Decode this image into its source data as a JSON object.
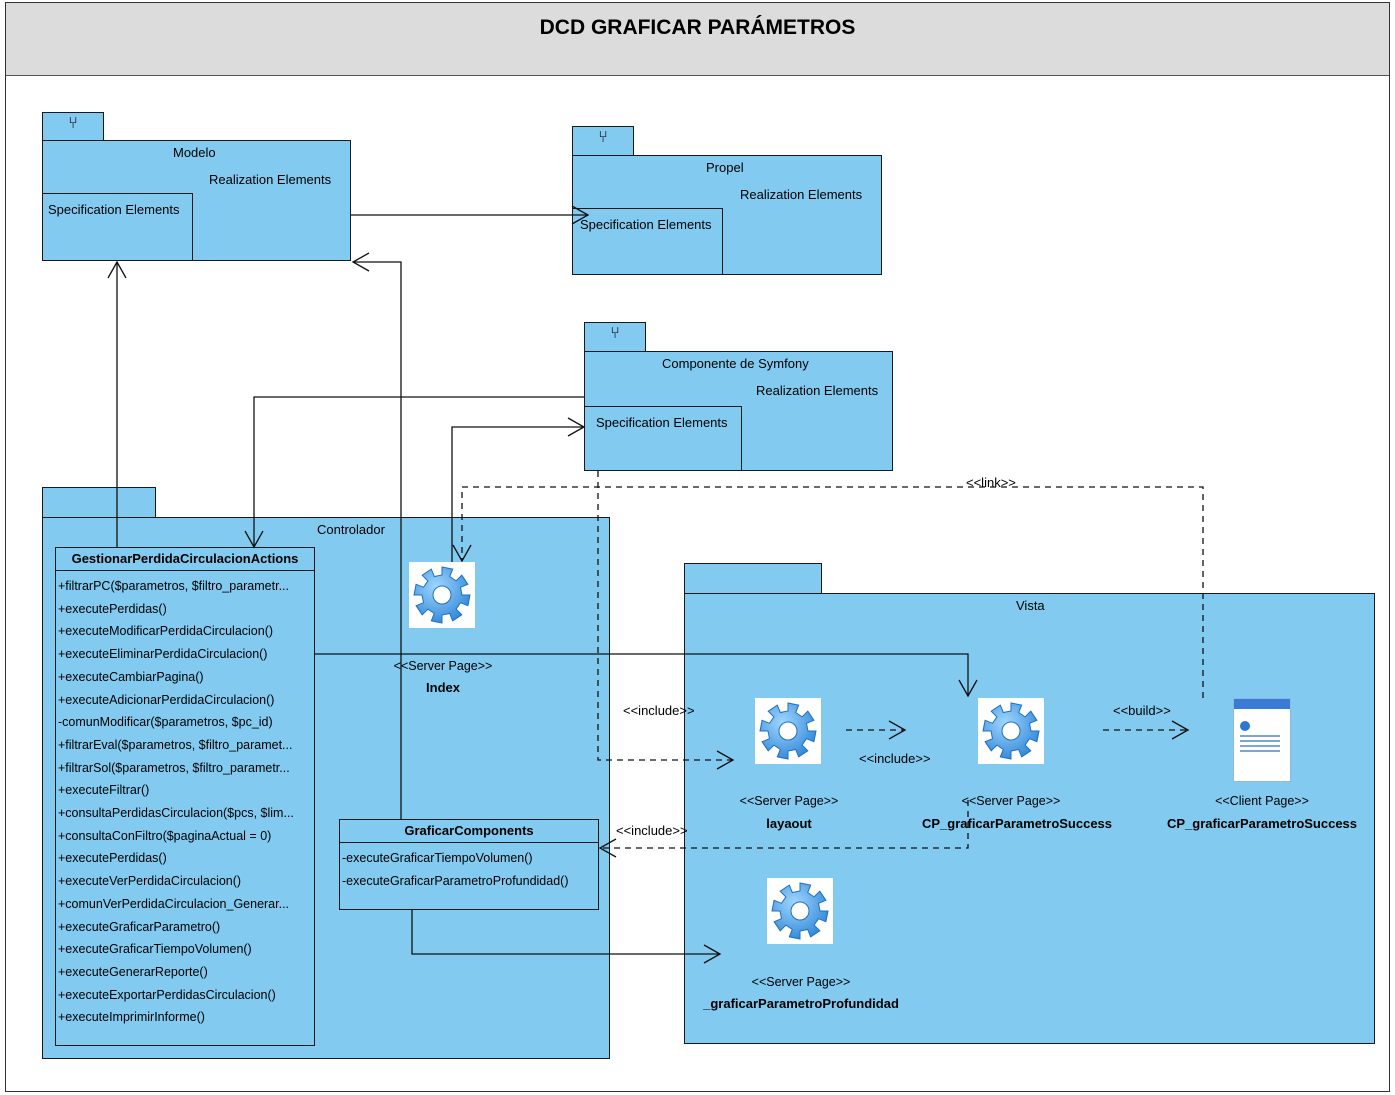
{
  "header": {
    "title": "DCD GRAFICAR PARÁMETROS"
  },
  "packages": {
    "modelo": {
      "name": "Modelo",
      "realization": "Realization Elements",
      "specification": "Specification Elements"
    },
    "propel": {
      "name": "Propel",
      "realization": "Realization Elements",
      "specification": "Specification Elements"
    },
    "symfony": {
      "name": "Componente de Symfony",
      "realization": "Realization Elements",
      "specification": "Specification Elements"
    },
    "controlador": {
      "name": "Controlador"
    },
    "vista": {
      "name": "Vista"
    }
  },
  "classes": {
    "gestionar": {
      "name": "GestionarPerdidaCirculacionActions",
      "operations": [
        "+filtrarPC($parametros, $filtro_parametr...",
        "+executePerdidas()",
        "+executeModificarPerdidaCirculacion()",
        "+executeEliminarPerdidaCirculacion()",
        "+executeCambiarPagina()",
        "+executeAdicionarPerdidaCirculacion()",
        "-comunModificar($parametros, $pc_id)",
        "+filtrarEval($parametros, $filtro_paramet...",
        "+filtrarSol($parametros, $filtro_parametr...",
        "+executeFiltrar()",
        "+consultaPerdidasCirculacion($pcs, $lim...",
        "+consultaConFiltro($paginaActual = 0)",
        "+executePerdidas()",
        "+executeVerPerdidaCirculacion()",
        "+comunVerPerdidaCirculacion_Generar...",
        "+executeGraficarParametro()",
        "+executeGraficarTiempoVolumen()",
        "+executeGenerarReporte()",
        "+executeExportarPerdidasCirculacion()",
        "+executeImprimirInforme()"
      ]
    },
    "graficar": {
      "name": "GraficarComponents",
      "operations": [
        "-executeGraficarTiempoVolumen()",
        "-executeGraficarParametroProfundidad()"
      ]
    }
  },
  "pages": {
    "index": {
      "stereotype": "<<Server Page>>",
      "name": "Index"
    },
    "layaout": {
      "stereotype": "<<Server Page>>",
      "name": "layaout"
    },
    "cp_server": {
      "stereotype": "<<Server Page>>",
      "name": "CP_graficarParametroSuccess"
    },
    "cp_client": {
      "stereotype": "<<Client Page>>",
      "name": "CP_graficarParametroSuccess"
    },
    "profundidad": {
      "stereotype": "<<Server Page>>",
      "name": "_graficarParametroProfundidad"
    }
  },
  "relations": {
    "include1": "<<include>>",
    "include2": "<<include>>",
    "include3": "<<include>>",
    "build": "<<build>>",
    "link": "<<link>>"
  },
  "colors": {
    "package_fill": "#82caf0",
    "header_fill": "#dcdcdc"
  }
}
